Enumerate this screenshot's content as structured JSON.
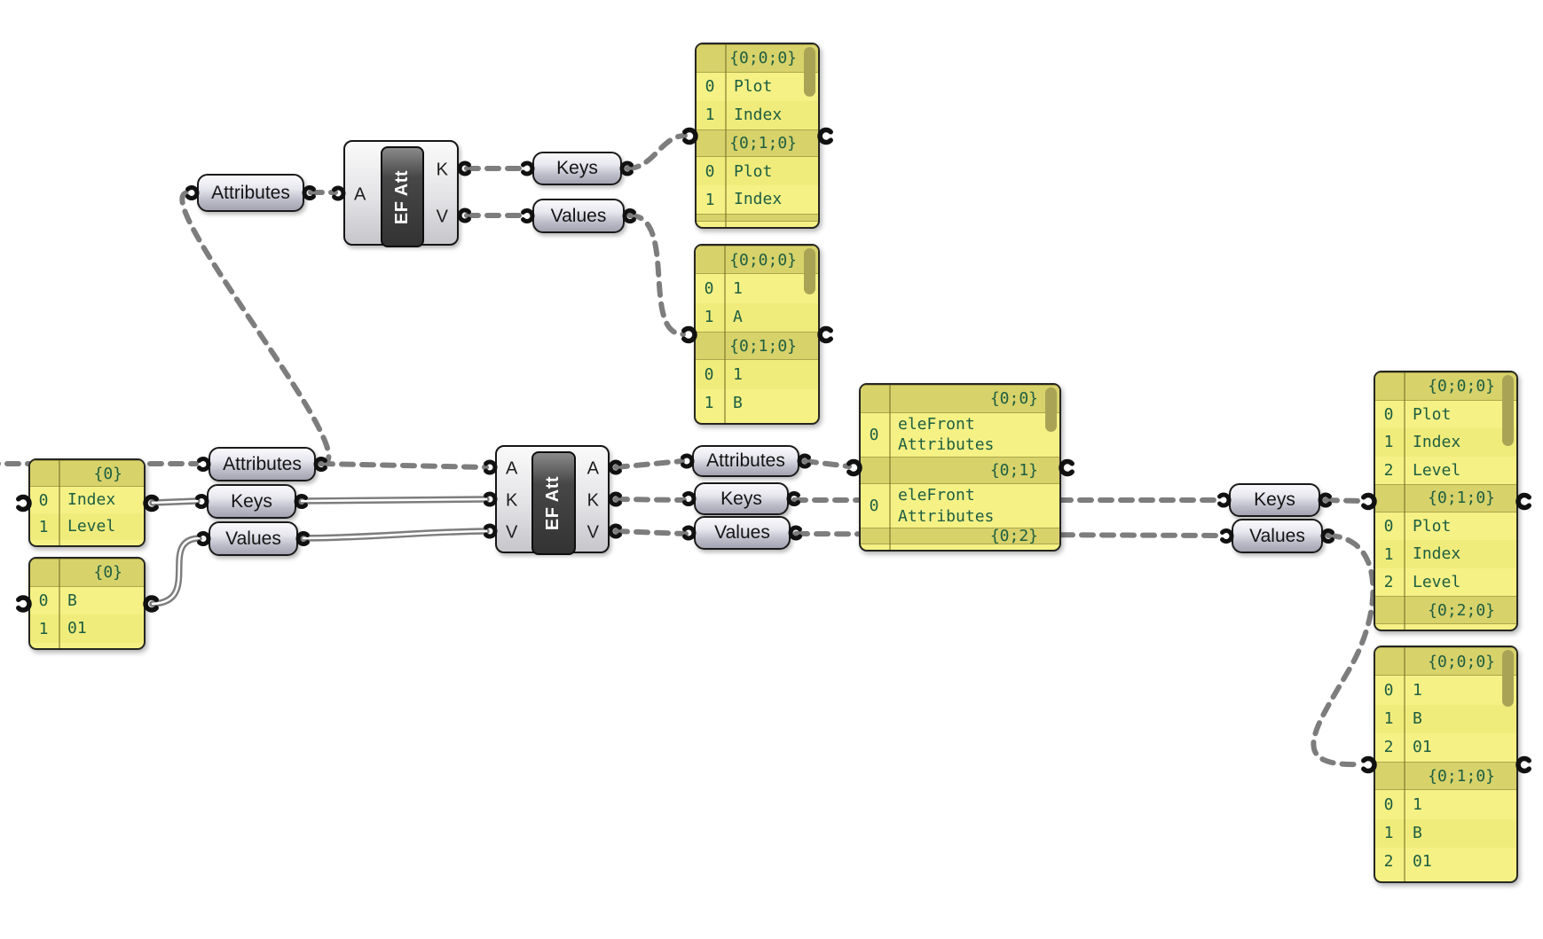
{
  "app_title": "Grasshopper node canvas",
  "colors": {
    "canvas_bg": "#ffffff",
    "wire_grey": "#7d7d7d",
    "panel_yellow": "#f5f185",
    "panel_yellow_alt": "#f0ec7b",
    "panel_header_olive": "#d7d26a",
    "panel_text_green": "#1e5e41",
    "panel_scroll_tab": "#a9a455",
    "pill_border": "#1a1a1a",
    "component_bar_dark": "#3a3a3a",
    "component_bar_text": "#ffffff"
  },
  "ef_components": [
    {
      "id": "ef1",
      "label": "EF Att",
      "inputs": [
        "A"
      ],
      "outputs": [
        "K",
        "V"
      ]
    },
    {
      "id": "ef2",
      "label": "EF Att",
      "inputs": [
        "A",
        "K",
        "V"
      ],
      "outputs": [
        "A",
        "K",
        "V"
      ]
    }
  ],
  "pills": [
    {
      "id": "attr-top",
      "label": "Attributes"
    },
    {
      "id": "keys-top",
      "label": "Keys"
    },
    {
      "id": "values-top",
      "label": "Values"
    },
    {
      "id": "attr-mid",
      "label": "Attributes"
    },
    {
      "id": "keys-mid",
      "label": "Keys"
    },
    {
      "id": "values-mid",
      "label": "Values"
    },
    {
      "id": "attr-right",
      "label": "Attributes"
    },
    {
      "id": "keys-right",
      "label": "Keys"
    },
    {
      "id": "values-right",
      "label": "Values"
    },
    {
      "id": "keys-far",
      "label": "Keys"
    },
    {
      "id": "values-far",
      "label": "Values"
    }
  ],
  "panels": [
    {
      "id": "t1",
      "rows": [
        {
          "type": "header",
          "text": "{0;0;0}"
        },
        {
          "type": "item",
          "index": "0",
          "text": "Plot"
        },
        {
          "type": "item",
          "index": "1",
          "text": "Index"
        },
        {
          "type": "header",
          "text": "{0;1;0}"
        },
        {
          "type": "item",
          "index": "0",
          "text": "Plot"
        },
        {
          "type": "item",
          "index": "1",
          "text": "Index"
        },
        {
          "type": "header",
          "text": ""
        }
      ]
    },
    {
      "id": "t2",
      "rows": [
        {
          "type": "header",
          "text": "{0;0;0}"
        },
        {
          "type": "item",
          "index": "0",
          "text": "1"
        },
        {
          "type": "item",
          "index": "1",
          "text": "A"
        },
        {
          "type": "header",
          "text": "{0;1;0}"
        },
        {
          "type": "item",
          "index": "0",
          "text": "1"
        },
        {
          "type": "item",
          "index": "1",
          "text": "B"
        }
      ]
    },
    {
      "id": "l1",
      "rows": [
        {
          "type": "header",
          "text": "{0}"
        },
        {
          "type": "item",
          "index": "0",
          "text": "Index"
        },
        {
          "type": "item",
          "index": "1",
          "text": "Level"
        }
      ]
    },
    {
      "id": "l2",
      "rows": [
        {
          "type": "header",
          "text": "{0}"
        },
        {
          "type": "item",
          "index": "0",
          "text": "B"
        },
        {
          "type": "item",
          "index": "1",
          "text": "01"
        }
      ]
    },
    {
      "id": "elefront",
      "rows": [
        {
          "type": "header",
          "text": "{0;0}"
        },
        {
          "type": "item",
          "index": "0",
          "text": "eleFront\nAttributes"
        },
        {
          "type": "header",
          "text": "{0;1}"
        },
        {
          "type": "item",
          "index": "0",
          "text": "eleFront\nAttributes"
        },
        {
          "type": "header",
          "text": "{0;2}"
        }
      ]
    },
    {
      "id": "r1",
      "rows": [
        {
          "type": "header",
          "text": "{0;0;0}"
        },
        {
          "type": "item",
          "index": "0",
          "text": "Plot"
        },
        {
          "type": "item",
          "index": "1",
          "text": "Index"
        },
        {
          "type": "item",
          "index": "2",
          "text": "Level"
        },
        {
          "type": "header",
          "text": "{0;1;0}"
        },
        {
          "type": "item",
          "index": "0",
          "text": "Plot"
        },
        {
          "type": "item",
          "index": "1",
          "text": "Index"
        },
        {
          "type": "item",
          "index": "2",
          "text": "Level"
        },
        {
          "type": "header",
          "text": "{0;2;0}"
        }
      ]
    },
    {
      "id": "r2",
      "rows": [
        {
          "type": "header",
          "text": "{0;0;0}"
        },
        {
          "type": "item",
          "index": "0",
          "text": "1"
        },
        {
          "type": "item",
          "index": "1",
          "text": "B"
        },
        {
          "type": "item",
          "index": "2",
          "text": "01"
        },
        {
          "type": "header",
          "text": "{0;1;0}"
        },
        {
          "type": "item",
          "index": "0",
          "text": "1"
        },
        {
          "type": "item",
          "index": "1",
          "text": "B"
        },
        {
          "type": "item",
          "index": "2",
          "text": "01"
        }
      ]
    }
  ]
}
